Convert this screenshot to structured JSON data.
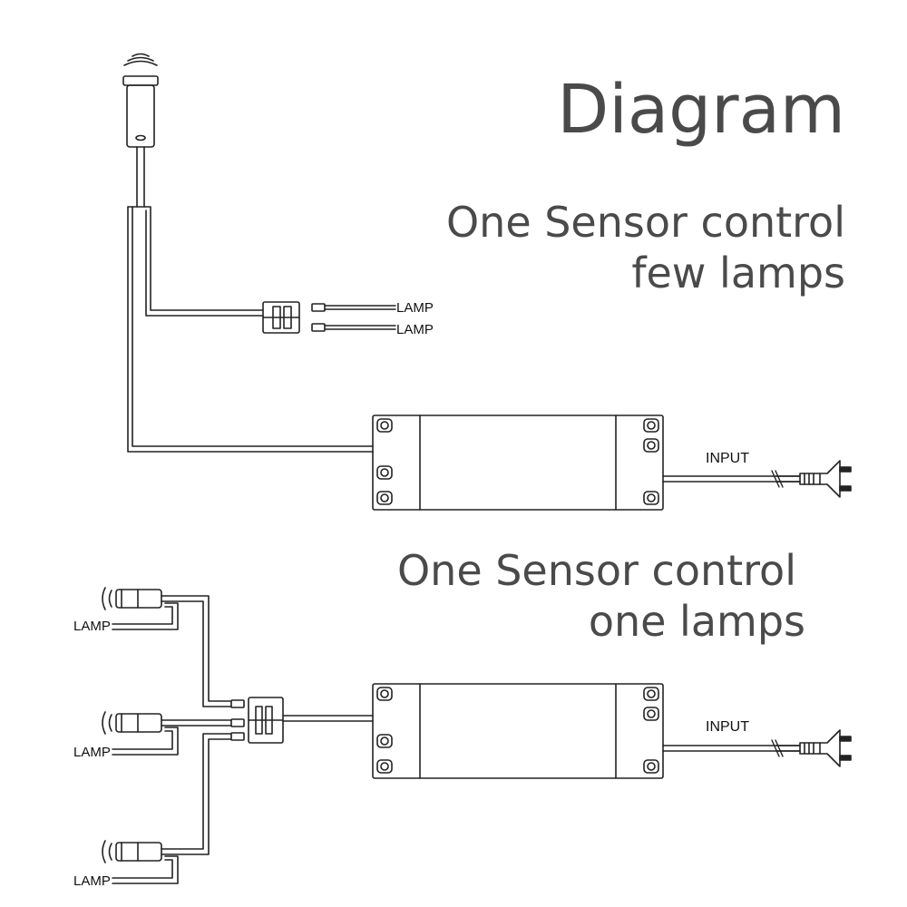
{
  "title": "Diagram",
  "section_few": {
    "heading_line1": "One Sensor control",
    "heading_line2": "few lamps",
    "lamp_label_1": "LAMP",
    "lamp_label_2": "LAMP",
    "input_label": "INPUT"
  },
  "section_one": {
    "heading_line1": "One Sensor control",
    "heading_line2": "one lamps",
    "lamp_label_1": "LAMP",
    "lamp_label_2": "LAMP",
    "lamp_label_3": "LAMP",
    "input_label": "INPUT"
  }
}
